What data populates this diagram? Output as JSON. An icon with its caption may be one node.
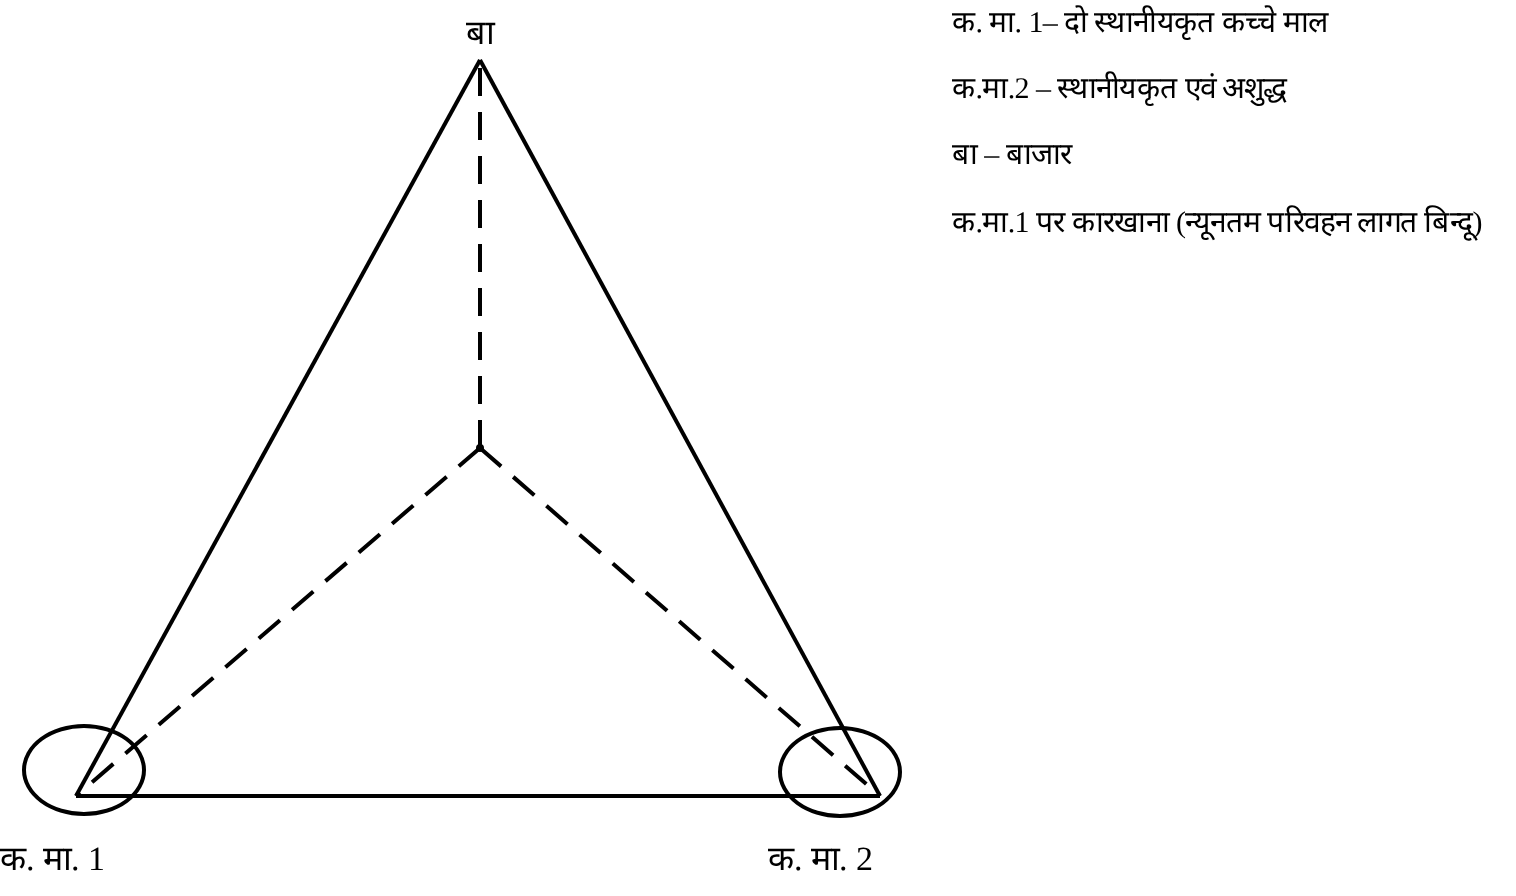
{
  "diagram": {
    "nodes": [
      {
        "text": [
          "बा"
        ]
      },
      {
        "text": [
          "क. मा. 1"
        ]
      },
      {
        "text": [
          "क. मा. 2"
        ]
      },
      {
        "text": [],
        "shape": "point"
      }
    ],
    "edges": [
      {
        "from": 0,
        "to": 1,
        "arrow": "none"
      },
      {
        "from": 0,
        "to": 2,
        "arrow": "none"
      },
      {
        "from": 1,
        "to": 2,
        "arrow": "none"
      },
      {
        "from": 3,
        "to": 0,
        "arrow": "none",
        "style": "dashed"
      },
      {
        "from": 3,
        "to": 1,
        "arrow": "none",
        "style": "dashed"
      },
      {
        "from": 3,
        "to": 2,
        "arrow": "none",
        "style": "dashed"
      }
    ],
    "labels": [
      "क. मा. 1– दो स्थानीयकृत कच्चे माल",
      "क.मा.2 – स्थानीयकृत एवं अशुद्ध",
      "बा – बाजार",
      "क.मा.1 पर कारखाना (न्यूनतम परिवहन लागत बिन्दू)"
    ]
  }
}
